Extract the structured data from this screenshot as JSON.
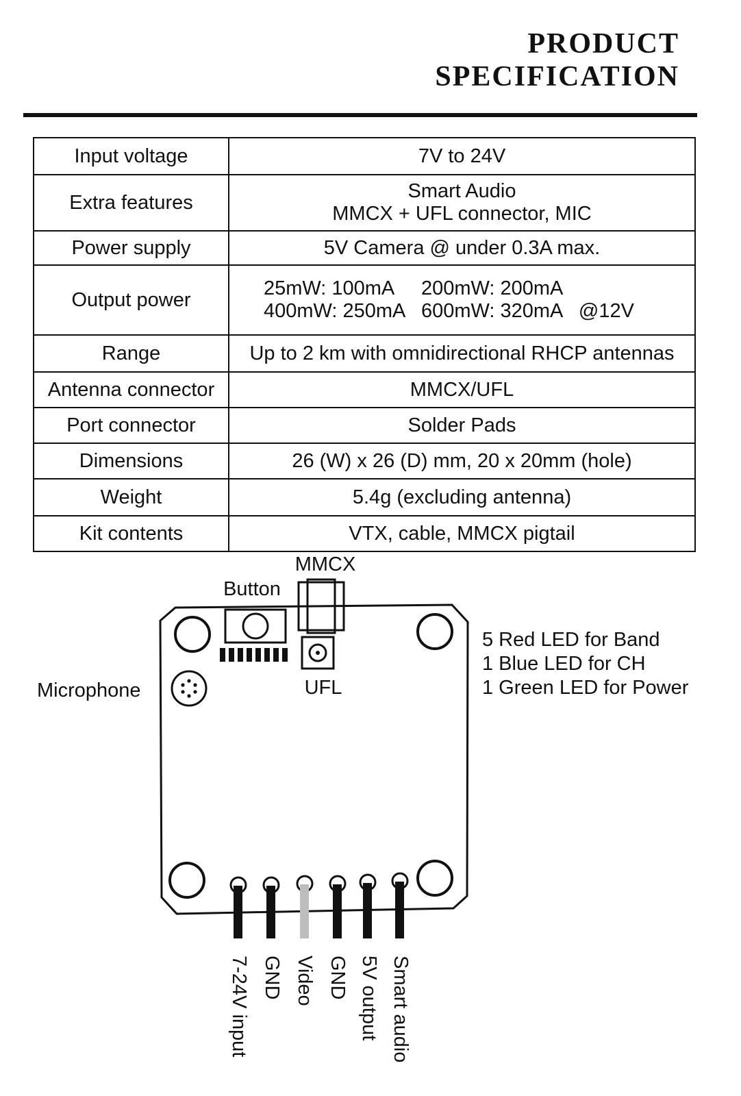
{
  "header": {
    "title_line1": "PRODUCT",
    "title_line2": "SPECIFICATION"
  },
  "spec_table": {
    "rows": [
      {
        "label": "Input voltage",
        "value_lines": [
          "7V to 24V"
        ]
      },
      {
        "label": "Extra features",
        "value_lines": [
          "Smart Audio",
          "MMCX + UFL connector, MIC"
        ]
      },
      {
        "label": "Power supply",
        "value_lines": [
          "5V Camera @ under  0.3A max."
        ]
      },
      {
        "label": "Output power",
        "value_lines": [
          "25mW: 100mA     200mW: 200mA",
          "400mW: 250mA   600mW: 320mA   @12V"
        ]
      },
      {
        "label": "Range",
        "value_lines": [
          "Up to 2 km with omnidirectional RHCP antennas"
        ]
      },
      {
        "label": "Antenna connector",
        "value_lines": [
          "MMCX/UFL"
        ]
      },
      {
        "label": "Port connector",
        "value_lines": [
          "Solder Pads"
        ]
      },
      {
        "label": "Dimensions",
        "value_lines": [
          "26 (W) x 26 (D) mm, 20 x 20mm (hole)"
        ]
      },
      {
        "label": "Weight",
        "value_lines": [
          "5.4g (excluding antenna)"
        ]
      },
      {
        "label": "Kit contents",
        "value_lines": [
          "VTX, cable, MMCX pigtail"
        ]
      }
    ]
  },
  "diagram": {
    "mmcx_label": "MMCX",
    "button_label": "Button",
    "ufl_label": "UFL",
    "microphone_label": "Microphone",
    "led_notes": [
      "5 Red LED for Band",
      "1 Blue LED for CH",
      "1 Green LED for Power"
    ],
    "pins": [
      "7-24V input",
      "GND",
      "Video",
      "GND",
      "5V output",
      "Smart audio"
    ]
  }
}
